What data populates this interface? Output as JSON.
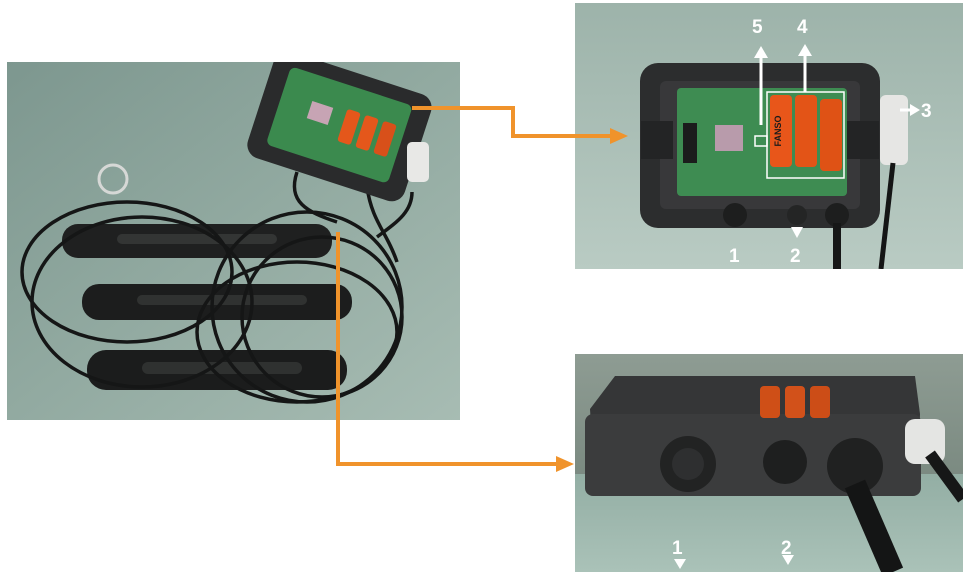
{
  "photos": {
    "main": {
      "subject": "sensor bars with cables and electronics box"
    },
    "board": {
      "subject": "open electronics box showing circuit board and batteries"
    },
    "side": {
      "subject": "side view of electronics box with connectors"
    }
  },
  "callouts": {
    "board": [
      {
        "id": "1",
        "text": "1"
      },
      {
        "id": "2",
        "text": "2"
      },
      {
        "id": "3",
        "text": "3"
      },
      {
        "id": "4",
        "text": "4"
      },
      {
        "id": "5",
        "text": "5"
      }
    ],
    "side": [
      {
        "id": "1",
        "text": "1"
      },
      {
        "id": "2",
        "text": "2"
      }
    ]
  },
  "battery_brand": "FANSO",
  "colors": {
    "connector_arrow": "#f0932b",
    "label": "#ffffff",
    "wall": "#5c6f63",
    "table": "#a9bfb6"
  }
}
